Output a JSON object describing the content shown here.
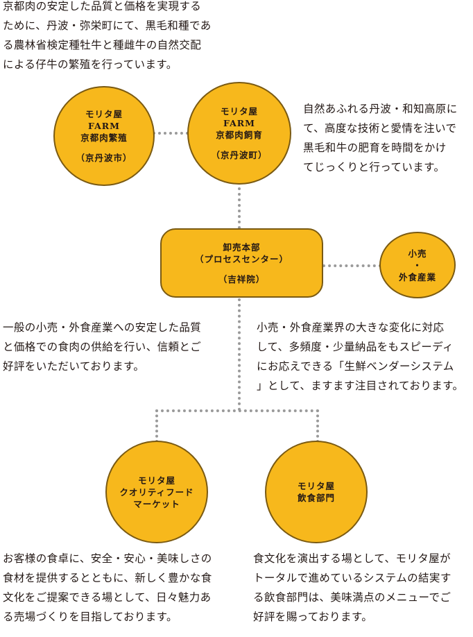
{
  "colors": {
    "node_fill": "#f7b81c",
    "node_border": "#7a5a12",
    "connector": "#9a9a9a",
    "text": "#231815"
  },
  "intro_text": "京都肉の安定した品質と価格を実現する\nために、丹波・弥栄町にて、黒毛和種であ\nる農林省検定種牡牛と種雌牛の自然交配\nによる仔牛の繁殖を行っています。",
  "nodes": {
    "farm_breeding": {
      "line1": "モリタ屋",
      "line2": "FARM",
      "line3": "京都肉繁殖",
      "location": "（京丹波市）"
    },
    "farm_raising": {
      "line1": "モリタ屋",
      "line2": "FARM",
      "line3": "京都肉飼育",
      "location": "（京丹波町）"
    },
    "wholesale": {
      "line1": "卸売本部",
      "line2": "（プロセスセンター）",
      "location": "（吉祥院）"
    },
    "retail": {
      "line1": "小売",
      "line2": "・",
      "line3": "外食産業"
    },
    "quality_food": {
      "line1": "モリタ屋",
      "line2": "クオリティフード",
      "line3": "マーケット"
    },
    "restaurant": {
      "line1": "モリタ屋",
      "line2": "飲食部門"
    }
  },
  "descriptions": {
    "farm_raising": "自然あふれる丹波・和知高原に\nて、高度な技術と愛情を注いで\n黒毛和牛の肥育を時間をかけ\nてじっくりと行っています。",
    "wholesale": "一般の小売・外食産業への安定した品質\nと価格での食肉の供給を行い、信頼とご\n好評をいただいております。",
    "retail": "小売・外食産業界の大きな変化に対応\nして、多頻度・少量納品をもスピーディ\nにお応えできる「生鮮ベンダーシステム\n」として、ますます注目されております。",
    "quality_food": "お客様の食卓に、安全・安心・美味しさの\n食材を提供するとともに、新しく豊かな食\n文化をご提案できる場として、日々魅力あ\nる売場づくりを目指しております。",
    "restaurant": "食文化を演出する場として、モリタ屋が\nトータルで進めているシステムの結実す\nる飲食部門は、美味満点のメニューでご\n好評を賜っております。"
  }
}
